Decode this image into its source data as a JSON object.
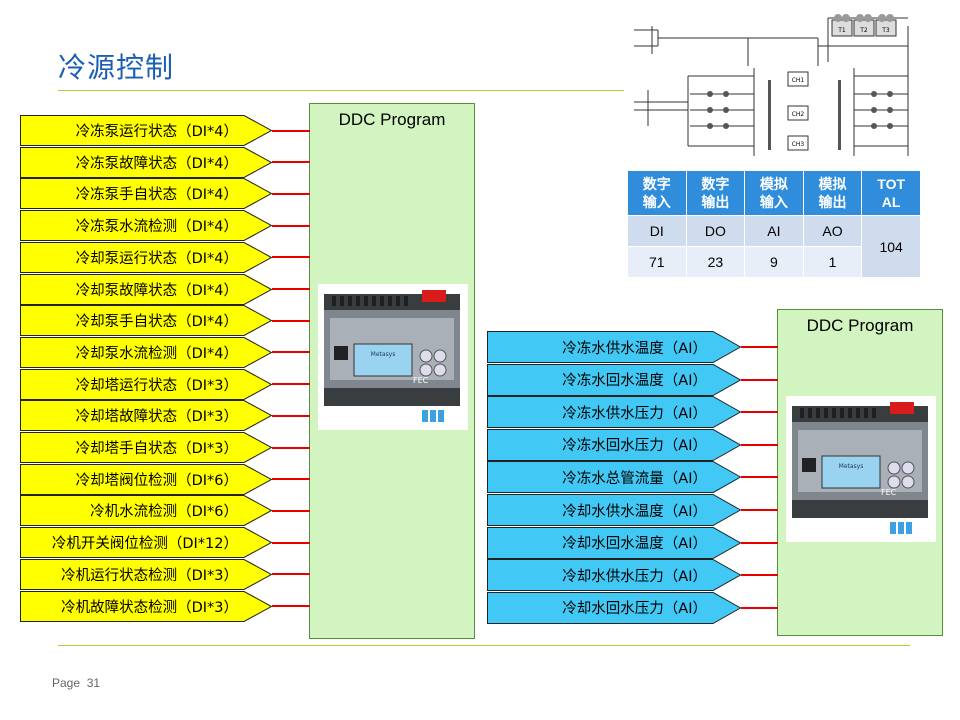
{
  "page": {
    "title": "冷源控制",
    "page_label": "Page",
    "page_number": "31"
  },
  "left_signals": [
    "冷冻泵运行状态（DI*4）",
    "冷冻泵故障状态（DI*4）",
    "冷冻泵手自状态（DI*4）",
    "冷冻泵水流检测（DI*4）",
    "冷却泵运行状态（DI*4）",
    "冷却泵故障状态（DI*4）",
    "冷却泵手自状态（DI*4）",
    "冷却泵水流检测（DI*4）",
    "冷却塔运行状态（DI*3）",
    "冷却塔故障状态（DI*3）",
    "冷却塔手自状态（DI*3）",
    "冷却塔阀位检测（DI*6）",
    "冷机水流检测（DI*6）",
    "冷机开关阀位检测（DI*12）",
    "冷机运行状态检测（DI*3）",
    "冷机故障状态检测（DI*3）"
  ],
  "right_signals": [
    "冷冻水供水温度（AI）",
    "冷冻水回水温度（AI）",
    "冷冻水供水压力（AI）",
    "冷冻水回水压力（AI）",
    "冷冻水总管流量（AI）",
    "冷却水供水温度（AI）",
    "冷却水回水温度（AI）",
    "冷却水供水压力（AI）",
    "冷却水回水压力（AI）"
  ],
  "ddc": {
    "left_label": "DDC Program",
    "right_label": "DDC Program"
  },
  "controller": {
    "brand_text": "FEC",
    "screen_text": "Metasys"
  },
  "schematic": {
    "chiller_labels": [
      "CH1",
      "CH2",
      "CH3"
    ],
    "tower_labels": [
      "T1",
      "T2",
      "T3"
    ]
  },
  "io_table": {
    "headers": [
      "数字\n输入",
      "数字\n输出",
      "模拟\n输入",
      "模拟\n输出",
      "TOT\nAL"
    ],
    "row1": [
      "DI",
      "DO",
      "AI",
      "AO"
    ],
    "row2": [
      "71",
      "23",
      "9",
      "1"
    ],
    "total": "104"
  },
  "colors": {
    "di_fill": "#ffff00",
    "ai_fill": "#42c8f4",
    "ddc_fill": "#d2f4c0",
    "wire": "#e60000",
    "title": "#1a5fb4",
    "table_header": "#2f8ddb"
  }
}
